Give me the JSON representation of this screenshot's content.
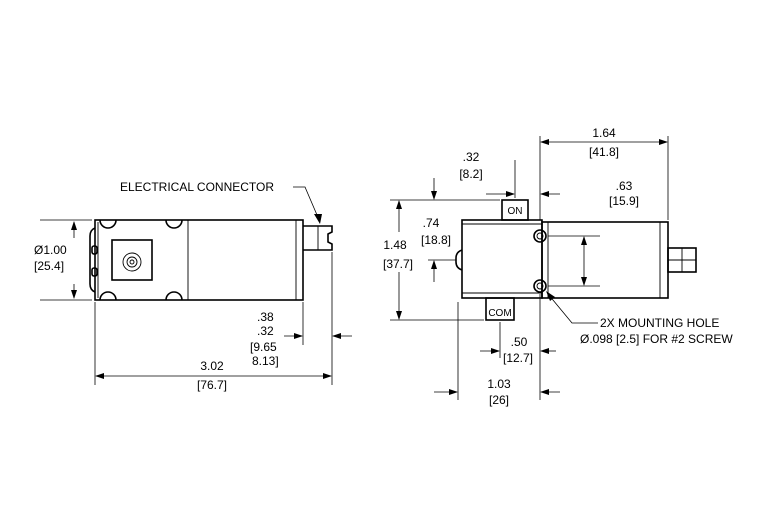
{
  "labels": {
    "electrical_connector": "ELECTRICAL CONNECTOR",
    "on": "ON",
    "com": "COM",
    "mounting_hole_line1": "2X MOUNTING HOLE",
    "mounting_hole_line2": "Ø.098 [2.5] FOR #2 SCREW"
  },
  "dims": {
    "diameter_in": "Ø1.00",
    "diameter_mm": "[25.4]",
    "length_in": "3.02",
    "length_mm": "[76.7]",
    "conn_in_1": ".38",
    "conn_in_2": ".32",
    "conn_mm_1": "[9.65",
    "conn_mm_2": "8.13]",
    "width_in": "1.64",
    "width_mm": "[41.8]",
    "top_in": ".32",
    "top_mm": "[8.2]",
    "hole_spacing_in": ".63",
    "hole_spacing_mm": "[15.9]",
    "height_in": "1.48",
    "height_mm": "[37.7]",
    "mid_in": ".74",
    "mid_mm": "[18.8]",
    "hole_offset_in": ".50",
    "hole_offset_mm": "[12.7]",
    "hole_x_in": "1.03",
    "hole_x_mm": "[26]"
  }
}
